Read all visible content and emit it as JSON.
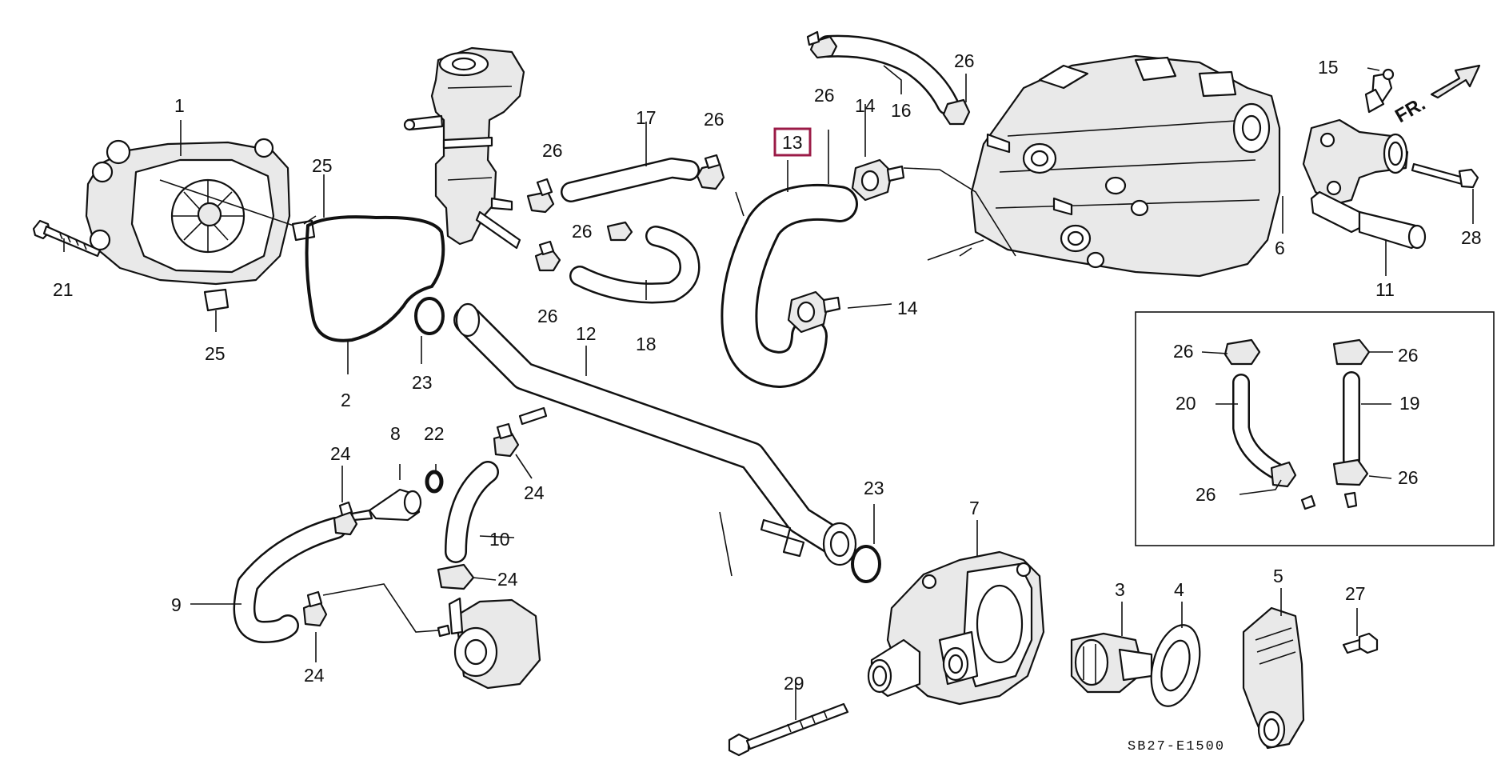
{
  "diagram": {
    "highlighted_part": "13",
    "diagram_code": "SB27-E1500",
    "direction_label": "FR.",
    "highlight_color": "#9b1b47",
    "callouts": {
      "c1": "1",
      "c2": "2",
      "c3": "3",
      "c4": "4",
      "c5": "5",
      "c6": "6",
      "c7": "7",
      "c8": "8",
      "c9": "9",
      "c10": "10",
      "c11": "11",
      "c12": "12",
      "c13": "13",
      "c14a": "14",
      "c14b": "14",
      "c15": "15",
      "c16": "16",
      "c17": "17",
      "c18": "18",
      "c19": "19",
      "c20": "20",
      "c21": "21",
      "c22": "22",
      "c23a": "23",
      "c23b": "23",
      "c24a": "24",
      "c24b": "24",
      "c24c": "24",
      "c24d": "24",
      "c25a": "25",
      "c25b": "25",
      "c26a": "26",
      "c26b": "26",
      "c26c": "26",
      "c26d": "26",
      "c26e": "26",
      "c26f": "26",
      "c26g": "26",
      "c26h": "26",
      "c26i": "26",
      "c26j": "26",
      "c27": "27",
      "c28": "28",
      "c29": "29"
    }
  }
}
